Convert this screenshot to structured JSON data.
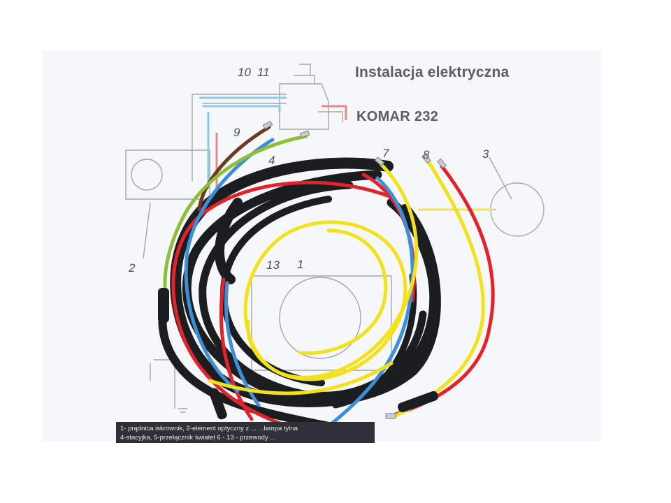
{
  "diagram": {
    "title": "Instalacja elektryczna",
    "subtitle": "KOMAR 232",
    "part_numbers": {
      "n10": "10",
      "n11": "11",
      "n9": "9",
      "n7": "7",
      "n8": "8",
      "n3": "3",
      "n2": "2",
      "n13": "13",
      "n1": "1",
      "n4": "4"
    },
    "legend": {
      "line1": "1- prądnica iskrownik,    2-element optyczny z ...    ...lampa tylna",
      "line2": "4-stacyjka,    5-przełącznik świateł        6 - 13 - przewody ..."
    }
  },
  "colors": {
    "sheet": "#f6f7f9",
    "title_text": "#5b5e63",
    "wire_black": "#1c1d21",
    "wire_red": "#e3232b",
    "wire_yellow": "#f2e21c",
    "wire_blue": "#3d8fd6",
    "wire_brown": "#6b3a1f",
    "wire_green": "#8fbf3a",
    "diagram_line": "#9a9ca1"
  }
}
